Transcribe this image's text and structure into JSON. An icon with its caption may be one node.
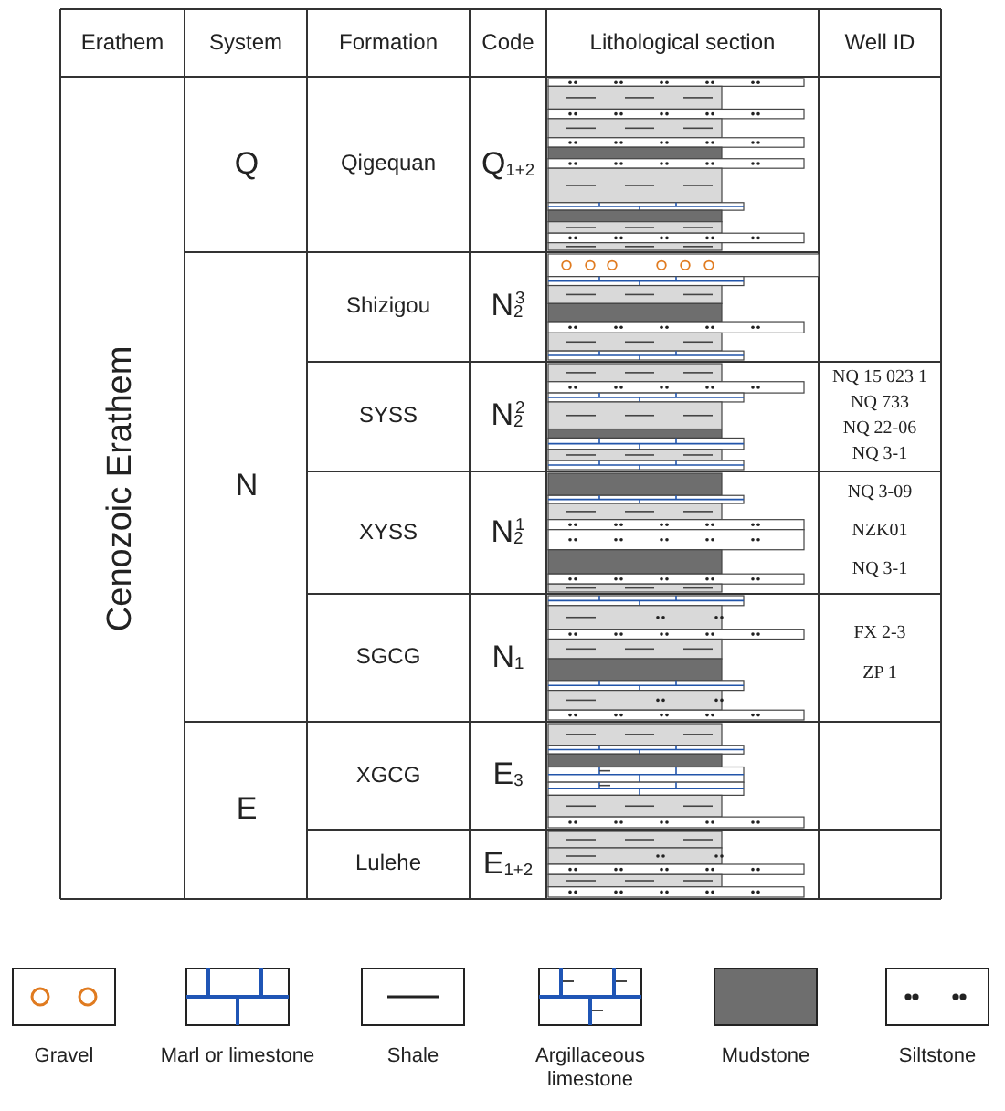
{
  "diagram": {
    "labels": [
      "Erathem",
      "System",
      "Formation",
      "Code",
      "Lithological section",
      "Well ID",
      "Cenozoic Erathem",
      "Q",
      "Qigequan",
      "Q$_{1+2}$",
      "Shizigou",
      "N$_{2}$$^{3}$",
      "N",
      "SYSS",
      "N$_{2}$$^{2}$",
      "NQ 15  023  1",
      "NQ 733",
      "NQ 22-06",
      "NQ 3-1",
      "XYSS",
      "N$_{2}$$^{1}$",
      "NQ 3-09",
      "NZK01",
      "NQ 3-1",
      "SGCG",
      "N$_{1}$",
      "FX 2-3",
      "ZP 1",
      "E",
      "XGCG",
      "E$_{3}$",
      "Lulehe",
      "E$_{1+2}$"
    ],
    "legend": [
      {
        "text": "Gravel"
      },
      {
        "text": "Marl or limestone"
      },
      {
        "text": "Shale"
      },
      {
        "text": "Argillaceous limestone"
      },
      {
        "text": "Mudstone",
        "color": "#6e6e6e"
      },
      {
        "text": "Siltstone"
      }
    ]
  }
}
